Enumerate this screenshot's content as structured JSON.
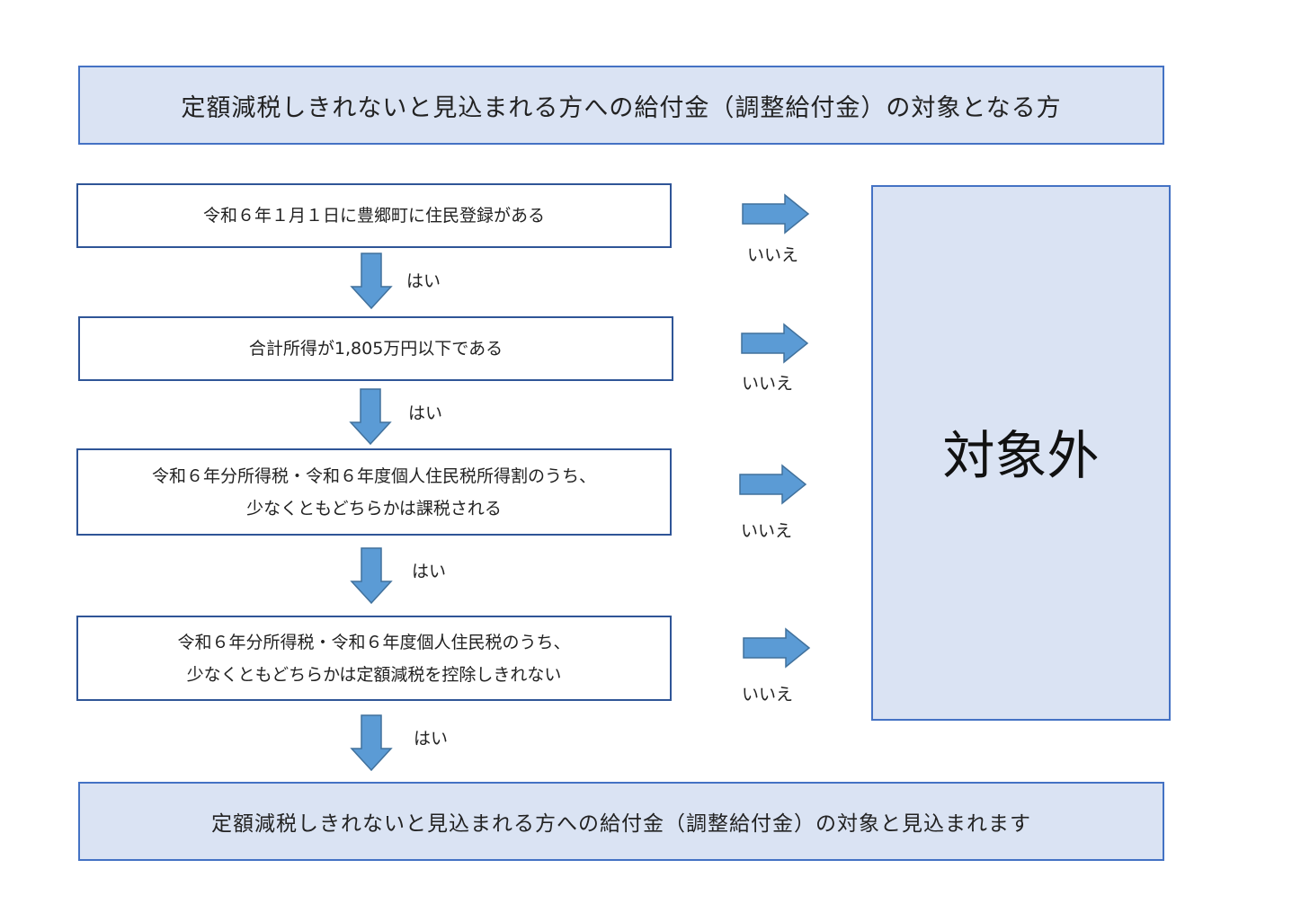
{
  "header": {
    "title": "定額減税しきれないと見込まれる方への給付金（調整給付金）の対象となる方"
  },
  "steps": [
    {
      "lines": [
        "令和６年１月１日に豊郷町に住民登録がある"
      ],
      "yes": "はい",
      "no": "いいえ"
    },
    {
      "lines": [
        "合計所得が1,805万円以下である"
      ],
      "yes": "はい",
      "no": "いいえ"
    },
    {
      "lines": [
        "令和６年分所得税・令和６年度個人住民税所得割のうち、",
        "少なくともどちらかは課税される"
      ],
      "yes": "はい",
      "no": "いいえ"
    },
    {
      "lines": [
        "令和６年分所得税・令和６年度個人住民税のうち、",
        "少なくともどちらかは定額減税を控除しきれない"
      ],
      "yes": "はい",
      "no": "いいえ"
    }
  ],
  "excluded": {
    "label": "対象外"
  },
  "result": {
    "text": "定額減税しきれないと見込まれる方への給付金（調整給付金）の対象と見込まれます"
  },
  "colors": {
    "arrow_fill": "#5b9bd5",
    "arrow_stroke": "#41719c",
    "box_fill": "#dae3f3",
    "box_border": "#4472c4"
  }
}
